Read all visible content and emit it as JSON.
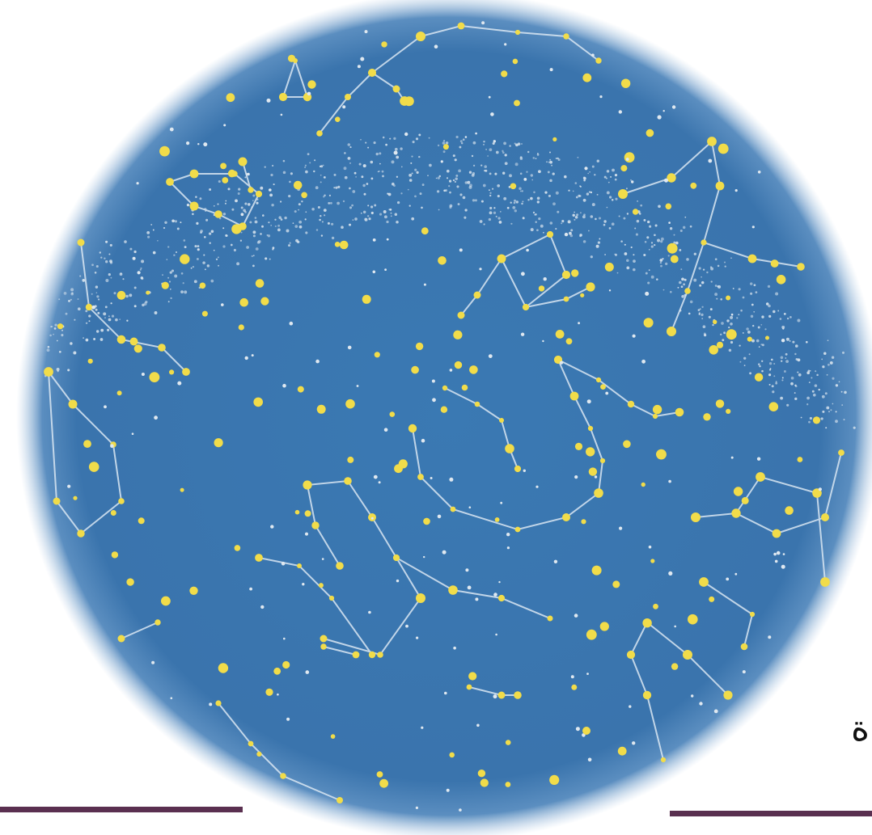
{
  "caption_fragment": "ة",
  "colors": {
    "sky": "#3a76b0",
    "sky_edge": "#7fa8cf",
    "star": "#f1dc4a",
    "faint_star": "#dfe8f0",
    "constellation_line": "#d9e6f2",
    "rule": "#5a3050"
  },
  "icons": [
    "star-chart",
    "constellation-lines"
  ]
}
